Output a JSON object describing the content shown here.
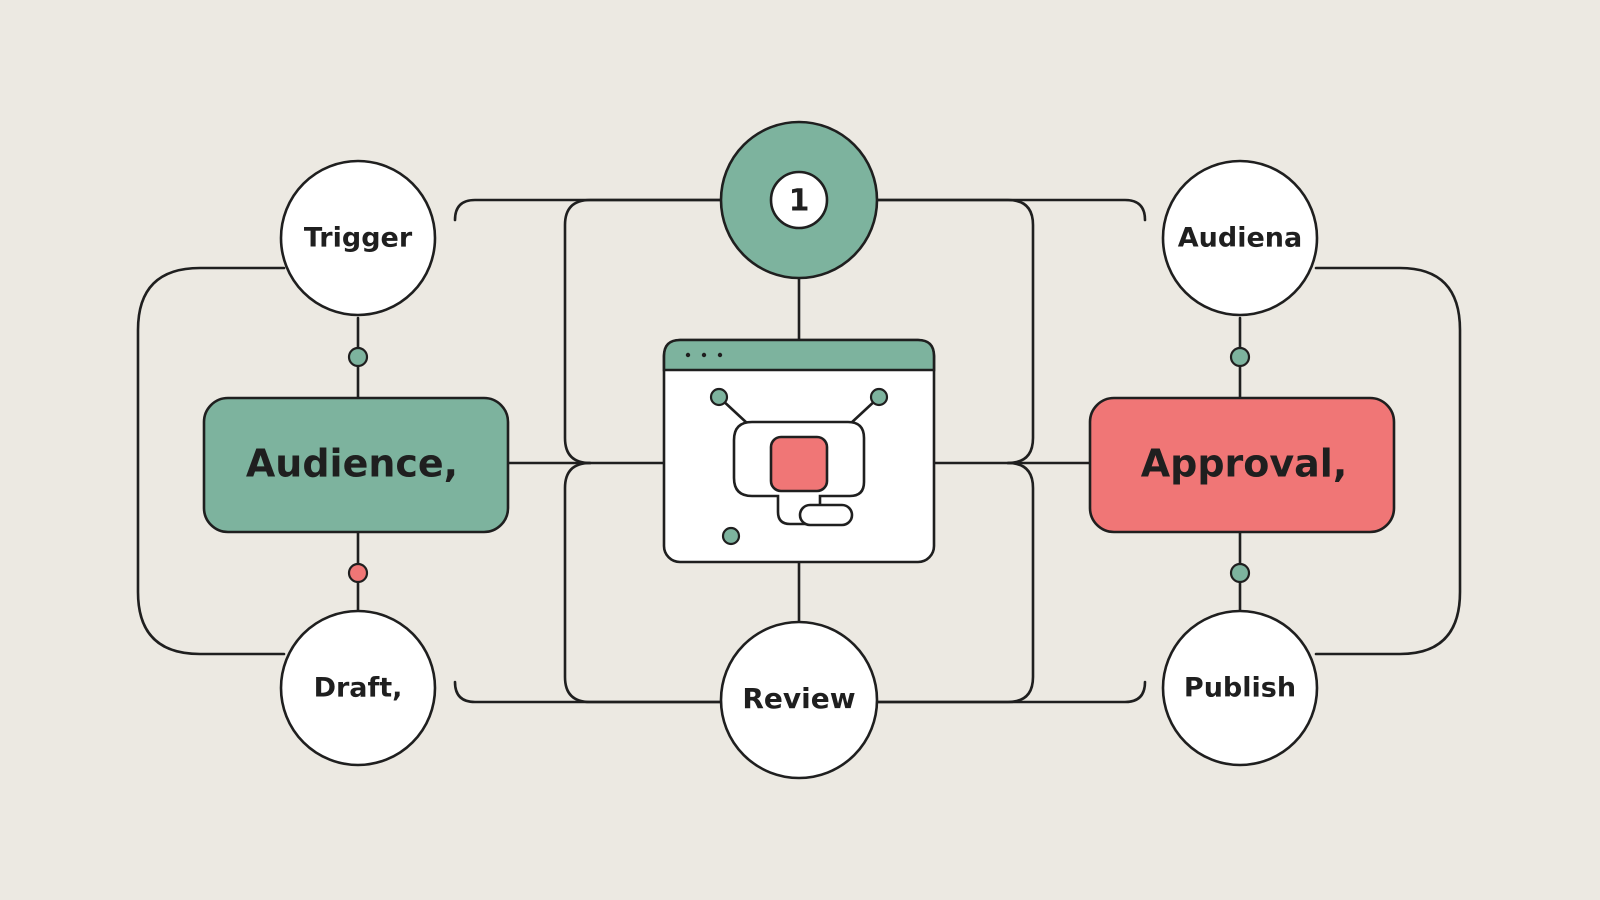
{
  "colors": {
    "background": "#ECE9E2",
    "stroke": "#1F1F1F",
    "green": "#7DB39E",
    "red": "#F07676",
    "white": "#FFFFFF"
  },
  "nodes": {
    "trigger": "Trigger",
    "draft": "Draft,",
    "audience_box": "Audience,",
    "step_badge": "1",
    "review": "Review",
    "audiena": "Audiena",
    "approval_box": "Approval,",
    "publish": "Publish"
  },
  "icons": {
    "center": "workflow-app-window-icon",
    "badge": "step-number-icon"
  }
}
